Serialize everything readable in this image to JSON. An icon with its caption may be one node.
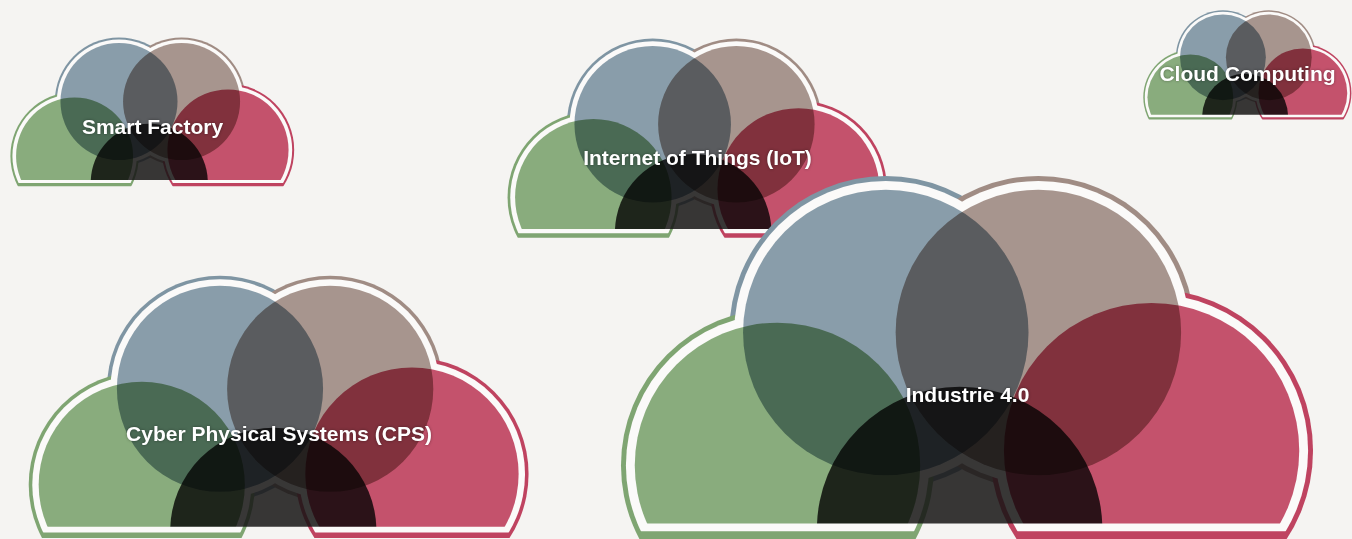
{
  "diagram": {
    "nodes": [
      {
        "text": [
          "Smart Factory"
        ]
      },
      {
        "text": [
          "Internet of Things (IoT)"
        ]
      },
      {
        "text": [
          "Cloud Computing"
        ]
      },
      {
        "text": [
          "Cyber Physical Systems (CPS)"
        ]
      },
      {
        "text": [
          "Industrie 4.0"
        ]
      }
    ]
  }
}
